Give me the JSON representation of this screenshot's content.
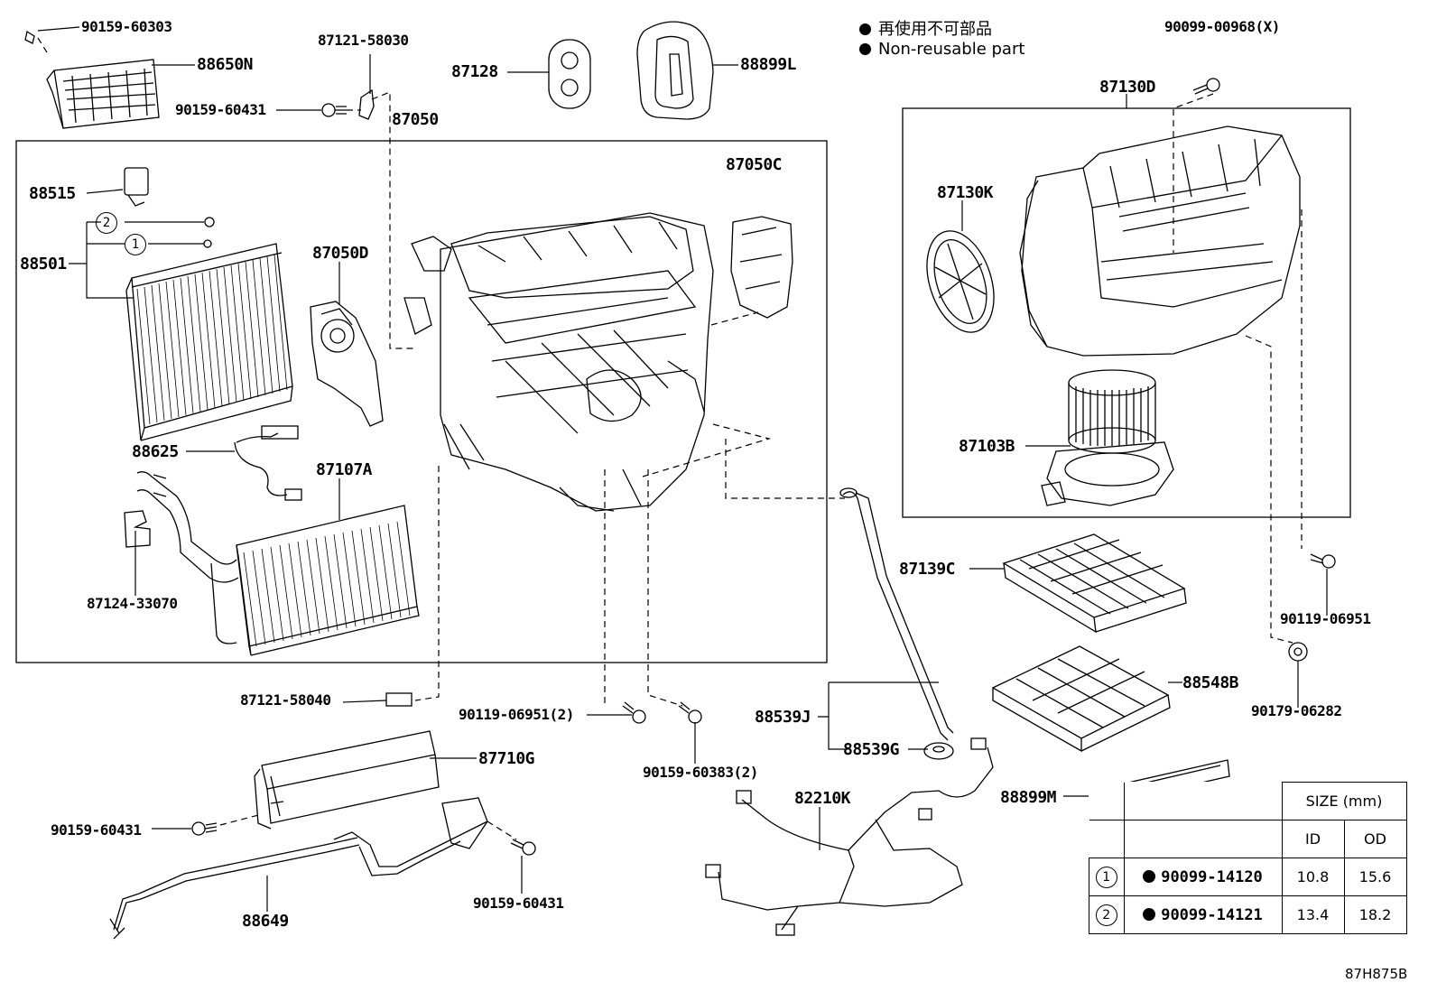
{
  "legend": {
    "non_reusable_jp": "再使用不可部品",
    "non_reusable_en": "Non-reusable part"
  },
  "labels": {
    "p90159_60303": "90159-60303",
    "p88650N": "88650N",
    "p87121_58030": "87121-58030",
    "p90159_60431_a": "90159-60431",
    "p87128": "87128",
    "p88899L": "88899L",
    "p87050": "87050",
    "p87050C": "87050C",
    "p88515": "88515",
    "p88501": "88501",
    "p87050D": "87050D",
    "p88625": "88625",
    "p87107A": "87107A",
    "p87124_33070": "87124-33070",
    "p90099_00968": "90099-00968(X)",
    "p87130D": "87130D",
    "p87130K": "87130K",
    "p87103B": "87103B",
    "p87139C": "87139C",
    "p90119_06951_r": "90119-06951",
    "p90179_06282": "90179-06282",
    "p88548B": "88548B",
    "p87121_58040": "87121-58040",
    "p90119_06951_2": "90119-06951(2)",
    "p90159_60383_2": "90159-60383(2)",
    "p88539J": "88539J",
    "p88539G": "88539G",
    "p87710G": "87710G",
    "p90159_60431_b": "90159-60431",
    "p82210K": "82210K",
    "p88899M": "88899M",
    "p88649": "88649",
    "p90159_60431_c": "90159-60431"
  },
  "circled": {
    "one": "1",
    "two": "2"
  },
  "size_table": {
    "header": "SIZE (mm)",
    "col_id": "ID",
    "col_od": "OD",
    "rows": [
      {
        "mark": "1",
        "part": "90099-14120",
        "id": "10.8",
        "od": "15.6"
      },
      {
        "mark": "2",
        "part": "90099-14121",
        "id": "13.4",
        "od": "18.2"
      }
    ]
  },
  "diagram_code": "87H875B"
}
